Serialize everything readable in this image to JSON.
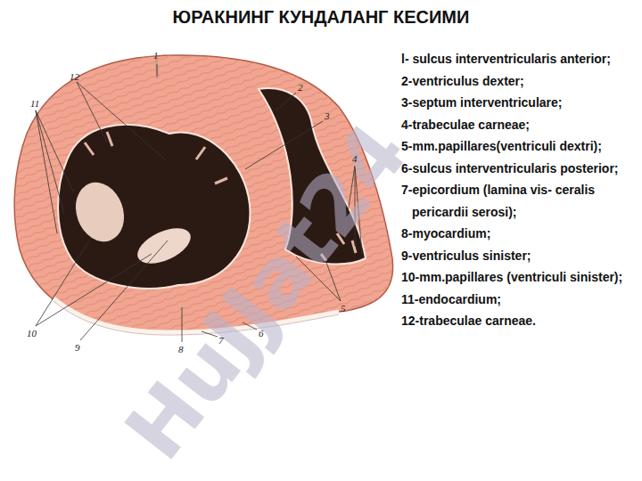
{
  "diagram": {
    "title": "ЮРАКНИНГ КУНДАЛАНГ КЕСИМИ",
    "labels": [
      "l- sulcus interventricularis anterior;",
      "2-ventriculus dexter;",
      "3-septum interventriculare;",
      "4-trabeculae carneae;",
      "5-mm.papillares(ventriculi dextri);",
      "6-sulcus interventricularis posterior;",
      "7-epicordium (lamina vis- ceralis pericardii serosi);",
      "8-myocardium;",
      "9-ventriculus sinister;",
      "10-mm.papillares (ventriculi sinister);",
      "11-endocardium;",
      "12-trabeculae carneae.",
      "1",
      "2",
      "3",
      "4",
      "5",
      "6",
      "7",
      "8",
      "9",
      "10",
      "11",
      "12",
      "HuJJat24"
    ]
  }
}
